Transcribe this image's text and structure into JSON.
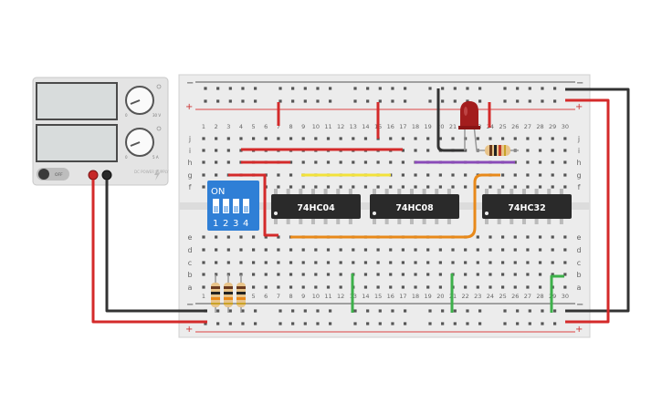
{
  "power_supply": {
    "off_label": "OFF",
    "brand_label": "DC POWER SUPPLY",
    "knob_top_marks": [
      "0",
      "30 V"
    ],
    "knob_bottom_marks": [
      "0",
      "5 A"
    ],
    "knob_top_icon": "voltage-icon",
    "knob_bottom_icon": "current-icon"
  },
  "breadboard": {
    "top_rail_minus": "−",
    "top_rail_plus": "+",
    "bottom_rail_minus": "−",
    "bottom_rail_plus": "+",
    "row_labels_top": [
      "j",
      "i",
      "h",
      "g",
      "f"
    ],
    "row_labels_bottom": [
      "e",
      "d",
      "c",
      "b",
      "a"
    ],
    "column_numbers": [
      "1",
      "2",
      "3",
      "4",
      "5",
      "6",
      "7",
      "8",
      "9",
      "10",
      "11",
      "12",
      "13",
      "14",
      "15",
      "16",
      "17",
      "18",
      "19",
      "20",
      "21",
      "22",
      "23",
      "24",
      "25",
      "26",
      "27",
      "28",
      "29",
      "30"
    ]
  },
  "chips": [
    {
      "label": "74HC04"
    },
    {
      "label": "74HC08"
    },
    {
      "label": "74HC32"
    }
  ],
  "dip_switch": {
    "on_label": "ON",
    "switch_numbers": [
      "1",
      "2",
      "3",
      "4"
    ]
  },
  "colors": {
    "red_wire": "#d42a2a",
    "black_wire": "#333333",
    "orange_wire": "#e8891a",
    "yellow_wire": "#f2e23a",
    "purple_wire": "#8a4bb8",
    "green_wire": "#3db04a",
    "dip_blue": "#2f7fd6",
    "chip_body": "#2a2a2a",
    "led_red": "#a31d1d"
  }
}
